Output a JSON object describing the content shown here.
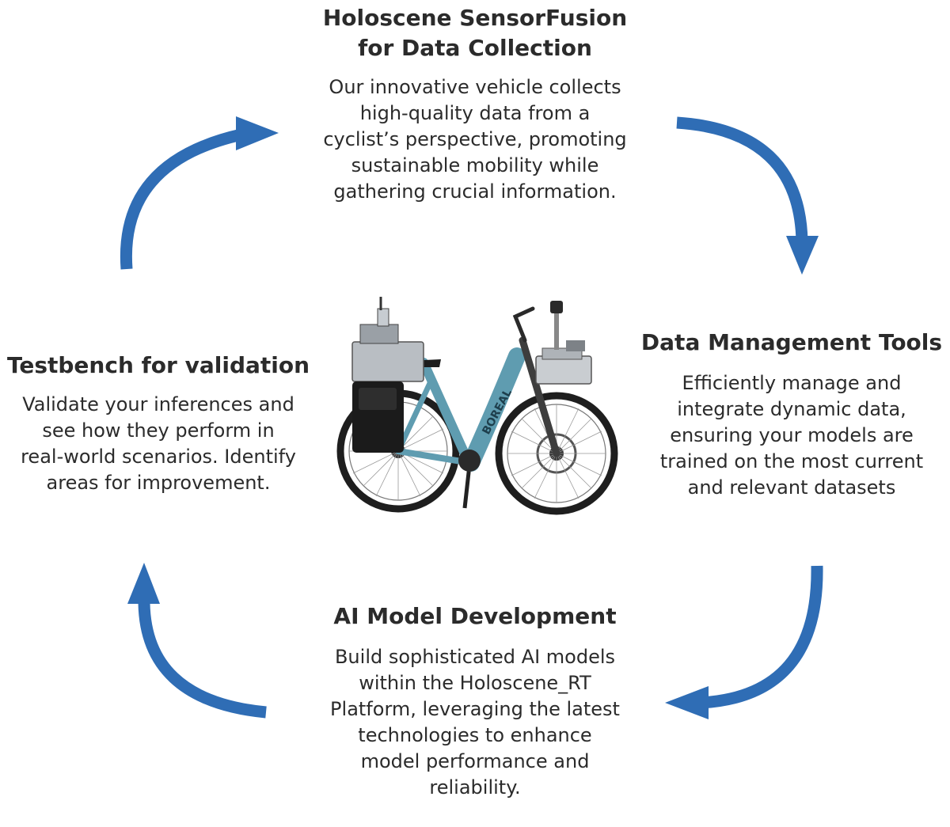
{
  "colors": {
    "arrow": "#2f6db5",
    "text": "#2b2b2b",
    "bike_frame": "#5f9cb0"
  },
  "steps": {
    "data_collection": {
      "title": "Holoscene SensorFusion\nfor Data Collection",
      "body": "Our innovative vehicle collects\nhigh-quality data from a\ncyclist’s perspective, promoting\nsustainable mobility while\ngathering crucial information."
    },
    "data_management": {
      "title": "Data Management Tools",
      "body": "Efficiently manage and\nintegrate dynamic data,\nensuring your models are\ntrained on the most current\nand relevant datasets"
    },
    "model_development": {
      "title": "AI Model Development",
      "body": "Build sophisticated AI models\nwithin the Holoscene_RT\nPlatform, leveraging the latest\ntechnologies to enhance\nmodel performance and\nreliability."
    },
    "validation": {
      "title": "Testbench for validation",
      "body": "Validate your inferences and\nsee how they perform in\nreal-world scenarios. Identify\nareas for improvement."
    }
  },
  "bike": {
    "brand_text": "BOREAL"
  }
}
